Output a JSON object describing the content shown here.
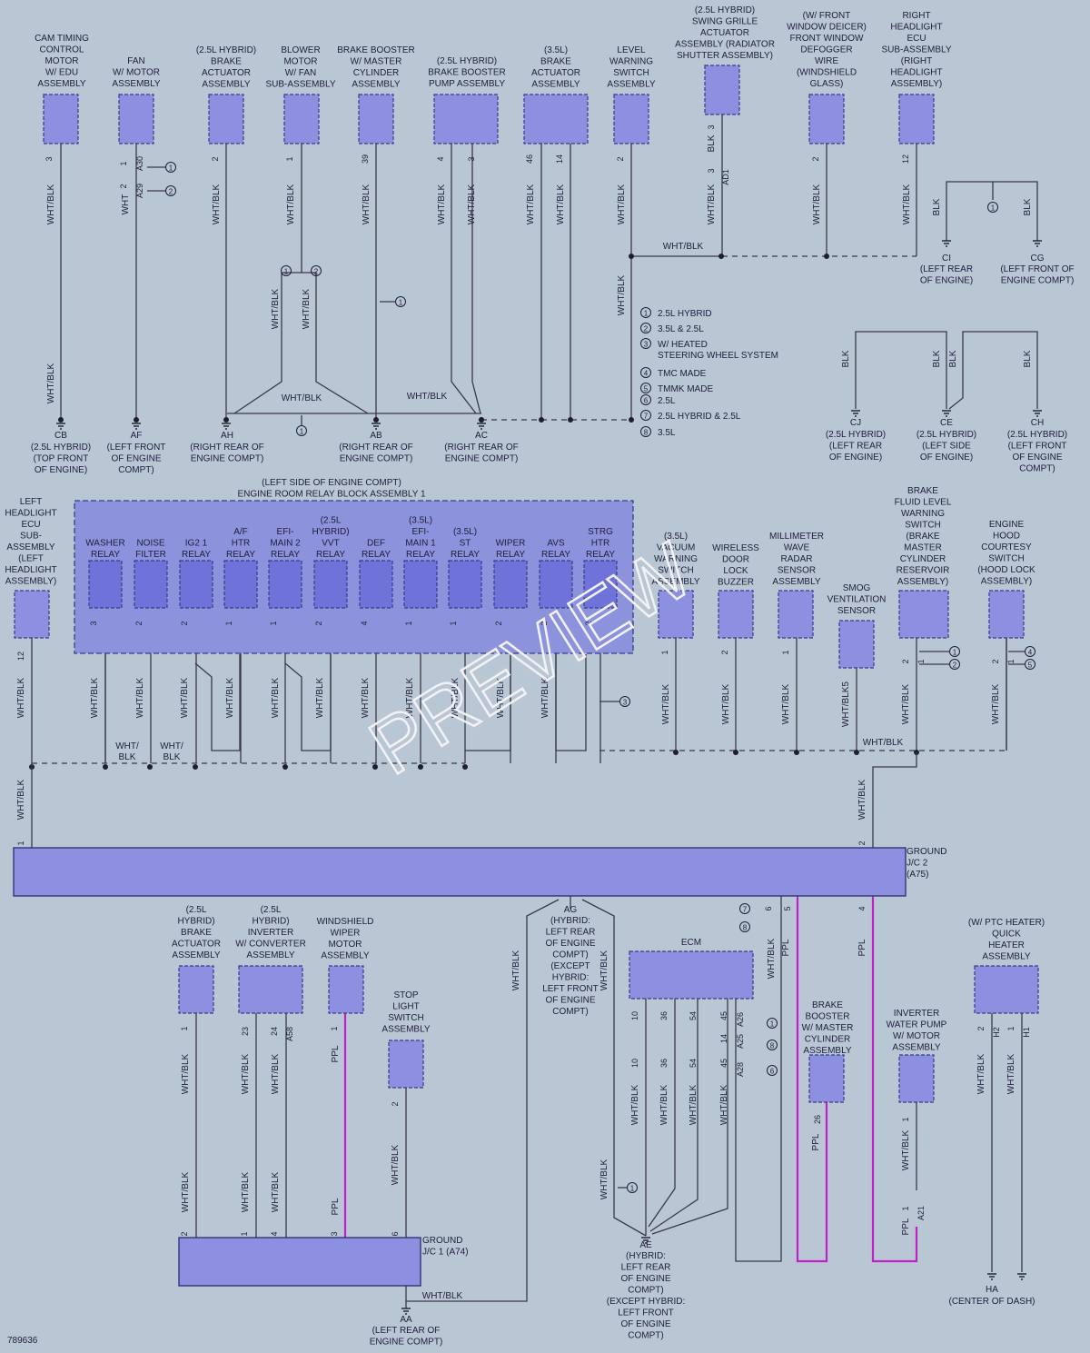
{
  "diagram_id": "789636",
  "watermark": "PREVIEW",
  "colors": {
    "background": "#b9c6d3",
    "component": "#8d8fe0",
    "relay": "#6f72d8",
    "wire": "#3a3a46",
    "ppl_wire": "#c020c8"
  },
  "top_components": [
    {
      "label": "CAM TIMING\nCONTROL\nMOTOR\nW/ EDU\nASSEMBLY",
      "pins": [
        "3"
      ],
      "wires": [
        "WHT/BLK",
        "WHT/BLK"
      ]
    },
    {
      "label": "FAN\nW/ MOTOR\nASSEMBLY",
      "pins": [
        "1",
        "A30",
        "2",
        "A29"
      ],
      "wires": [
        "WHT"
      ],
      "callouts": [
        "1",
        "2"
      ]
    },
    {
      "label": "(2.5L HYBRID)\nBRAKE\nACTUATOR\nASSEMBLY",
      "pins": [
        "2"
      ],
      "wires": [
        "WHT/BLK"
      ]
    },
    {
      "label": "BLOWER\nMOTOR\nW/ FAN\nSUB-ASSEMBLY",
      "pins": [
        "1"
      ],
      "wires": [
        "WHT/BLK",
        "WHT/BLK",
        "WHT/BLK"
      ],
      "callouts": [
        "1",
        "2"
      ]
    },
    {
      "label": "BRAKE BOOSTER\nW/ MASTER\nCYLINDER\nASSEMBLY",
      "pins": [
        "39"
      ],
      "wires": [
        "WHT/BLK"
      ],
      "callouts": [
        "1"
      ]
    },
    {
      "label": "(2.5L HYBRID)\nBRAKE BOOSTER\nPUMP ASSEMBLY",
      "pins": [
        "4",
        "3"
      ],
      "wires": [
        "WHT/BLK",
        "WHT/BLK"
      ]
    },
    {
      "label": "(3.5L)\nBRAKE\nACTUATOR\nASSEMBLY",
      "pins": [
        "46",
        "14"
      ],
      "wires": [
        "WHT/BLK",
        "WHT/BLK"
      ]
    },
    {
      "label": "LEVEL\nWARNING\nSWITCH\nASSEMBLY",
      "pins": [
        "2"
      ],
      "wires": [
        "WHT/BLK",
        "WHT/BLK"
      ]
    },
    {
      "label": "(2.5L HYBRID)\nSWING GRILLE\nACTUATOR\nASSEMBLY (RADIATOR\nSHUTTER ASSEMBLY)",
      "pins": [
        "3",
        "3",
        "AD1"
      ],
      "wires": [
        "BLK",
        "WHT/BLK"
      ]
    },
    {
      "label": "(W/ FRONT\nWINDOW DEICER)\nFRONT WINDOW\nDEFOGGER\nWIRE\n(WINDSHIELD\nGLASS)",
      "pins": [
        "2"
      ],
      "wires": [
        "WHT/BLK"
      ]
    },
    {
      "label": "RIGHT\nHEADLIGHT\nECU\nSUB-ASSEMBLY\n(RIGHT\nHEADLIGHT\nASSEMBLY)",
      "pins": [
        "12"
      ],
      "wires": [
        "WHT/BLK"
      ]
    }
  ],
  "wire_labels_misc": {
    "wht_blk": "WHT/BLK",
    "blk": "BLK",
    "wht_blk5": "WHT/BLK5",
    "ppl": "PPL",
    "wht_over": "WHT/",
    "blk_under": "BLK"
  },
  "legend": [
    {
      "num": "1",
      "text": "2.5L HYBRID"
    },
    {
      "num": "2",
      "text": "3.5L & 2.5L"
    },
    {
      "num": "3",
      "text": "W/ HEATED\nSTEERING WHEEL SYSTEM"
    },
    {
      "num": "4",
      "text": "TMC MADE"
    },
    {
      "num": "5",
      "text": "TMMK MADE"
    },
    {
      "num": "6",
      "text": "2.5L"
    },
    {
      "num": "7",
      "text": "2.5L HYBRID & 2.5L"
    },
    {
      "num": "8",
      "text": "3.5L"
    }
  ],
  "grounds_top": [
    {
      "id": "CB",
      "desc": "(2.5L HYBRID)\n(TOP FRONT\nOF ENGINE)"
    },
    {
      "id": "AF",
      "desc": "(LEFT FRONT\nOF ENGINE\nCOMPT)"
    },
    {
      "id": "AH",
      "desc": "(RIGHT REAR OF\nENGINE COMPT)"
    },
    {
      "id": "AB",
      "desc": "(RIGHT REAR OF\nENGINE COMPT)"
    },
    {
      "id": "AC",
      "desc": "(RIGHT REAR OF\nENGINE COMPT)"
    },
    {
      "id": "CI",
      "desc": "(LEFT REAR\nOF ENGINE)"
    },
    {
      "id": "CG",
      "desc": "(LEFT FRONT OF\nENGINE COMPT)"
    },
    {
      "id": "CJ",
      "desc": "(2.5L HYBRID)\n(LEFT REAR\nOF ENGINE)"
    },
    {
      "id": "CE",
      "desc": "(2.5L HYBRID)\n(LEFT SIDE\nOF ENGINE)"
    },
    {
      "id": "CH",
      "desc": "(2.5L HYBRID)\n(LEFT FRONT\nOF ENGINE\nCOMPT)"
    }
  ],
  "relay_block": {
    "title": "(LEFT SIDE OF ENGINE COMPT)\nENGINE ROOM RELAY BLOCK ASSEMBLY 1",
    "relays": [
      {
        "label": "WASHER\nRELAY",
        "pin": "3"
      },
      {
        "label": "NOISE\nFILTER",
        "pin": "2"
      },
      {
        "label": "IG2 1\nRELAY",
        "pin": "2"
      },
      {
        "label": "A/F\nHTR\nRELAY",
        "pin": "1"
      },
      {
        "label": "EFI-\nMAIN 2\nRELAY",
        "pin": "1"
      },
      {
        "label": "(2.5L\nHYBRID)\nVVT\nRELAY",
        "pin": "2"
      },
      {
        "label": "DEF\nRELAY",
        "pin": "4"
      },
      {
        "label": "(3.5L)\nEFI-\nMAIN 1\nRELAY",
        "pin": "1"
      },
      {
        "label": "(3.5L)\nST\nRELAY",
        "pin": "1"
      },
      {
        "label": "WIPER\nRELAY",
        "pin": "2"
      },
      {
        "label": "AVS\nRELAY",
        "pin": "2"
      },
      {
        "label": "STRG\nHTR\nRELAY",
        "pin": "2"
      }
    ]
  },
  "mid_components": [
    {
      "label": "LEFT\nHEADLIGHT\nECU\nSUB-\nASSEMBLY\n(LEFT\nHEADLIGHT\nASSEMBLY)",
      "pins": [
        "12"
      ]
    },
    {
      "label": "(3.5L)\nVACUUM\nWARNING\nSWITCH\nASSEMBLY",
      "pins": [
        "1"
      ]
    },
    {
      "label": "WIRELESS\nDOOR\nLOCK\nBUZZER",
      "pins": [
        "2"
      ]
    },
    {
      "label": "MILLIMETER\nWAVE\nRADAR\nSENSOR\nASSEMBLY",
      "pins": [
        "1"
      ]
    },
    {
      "label": "SMOG\nVENTILATION\nSENSOR",
      "pins": []
    },
    {
      "label": "BRAKE\nFLUID LEVEL\nWARNING\nSWITCH\n(BRAKE\nMASTER\nCYLINDER\nRESERVOIR\nASSEMBLY)",
      "pins": [
        "2",
        "1"
      ]
    },
    {
      "label": "ENGINE\nHOOD\nCOURTESY\nSWITCH\n(HOOD LOCK\nASSEMBLY)",
      "pins": [
        "2",
        "1"
      ]
    }
  ],
  "jc2": {
    "label": "GROUND\nJ/C 2\n(A75)",
    "pins": [
      "1",
      "2",
      "6",
      "5",
      "4"
    ]
  },
  "ag": {
    "id": "AG",
    "desc": "(HYBRID:\nLEFT REAR\nOF ENGINE\nCOMPT)\n(EXCEPT\nHYBRID:\nLEFT FRONT\nOF ENGINE\nCOMPT)"
  },
  "bottom_components": [
    {
      "label": "(2.5L\nHYBRID)\nBRAKE\nACTUATOR\nASSEMBLY",
      "pins": [
        "1"
      ]
    },
    {
      "label": "(2.5L\nHYBRID)\nINVERTER\nW/ CONVERTER\nASSEMBLY",
      "pins": [
        "23",
        "24",
        "A58"
      ]
    },
    {
      "label": "WINDSHIELD\nWIPER\nMOTOR\nASSEMBLY",
      "pins": [
        "1"
      ]
    },
    {
      "label": "STOP\nLIGHT\nSWITCH\nASSEMBLY",
      "pins": [
        "2"
      ]
    },
    {
      "label": "ECM",
      "pins": [
        "10",
        "36",
        "54",
        "45",
        "A26",
        "14",
        "A25",
        "A28"
      ]
    },
    {
      "label": "BRAKE\nBOOSTER\nW/ MASTER\nCYLINDER\nASSEMBLY",
      "pins": [
        "26"
      ]
    },
    {
      "label": "INVERTER\nWATER PUMP\nW/ MOTOR\nASSEMBLY",
      "pins": [
        "1",
        "1",
        "A21"
      ]
    },
    {
      "label": "(W/ PTC HEATER)\nQUICK\nHEATER\nASSEMBLY",
      "pins": [
        "2",
        "H2",
        "1",
        "H1"
      ]
    }
  ],
  "jc1": {
    "label": "GROUND\nJ/C 1 (A74)",
    "pins": [
      "2",
      "1",
      "4",
      "3",
      "6"
    ]
  },
  "grounds_bottom": [
    {
      "id": "AA",
      "desc": "(LEFT REAR OF\nENGINE COMPT)"
    },
    {
      "id": "AE",
      "desc": "(HYBRID:\nLEFT REAR\nOF ENGINE\nCOMPT)\n(EXCEPT HYBRID:\nLEFT FRONT\nOF ENGINE\nCOMPT)"
    },
    {
      "id": "HA",
      "desc": "(CENTER OF DASH)"
    }
  ]
}
